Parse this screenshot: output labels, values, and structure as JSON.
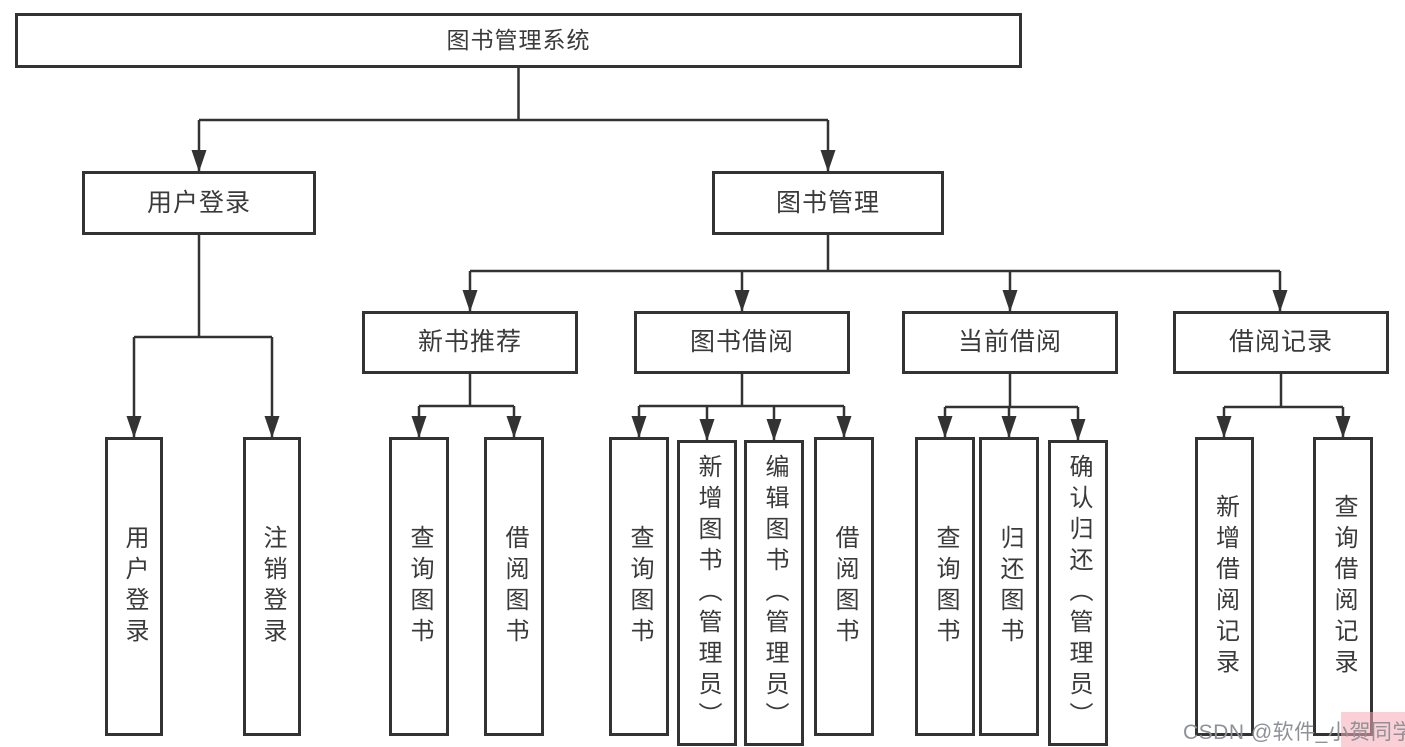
{
  "tree": {
    "root": {
      "label": "图书管理系统"
    },
    "branches": [
      {
        "label": "用户登录",
        "children": [
          {
            "label": "用户登录"
          },
          {
            "label": "注销登录"
          }
        ]
      },
      {
        "label": "图书管理",
        "children": [
          {
            "label": "新书推荐",
            "children": [
              {
                "label": "查询图书"
              },
              {
                "label": "借阅图书"
              }
            ]
          },
          {
            "label": "图书借阅",
            "children": [
              {
                "label": "查询图书"
              },
              {
                "label": "新增图书（管理员）"
              },
              {
                "label": "编辑图书（管理员）"
              },
              {
                "label": "借阅图书"
              }
            ]
          },
          {
            "label": "当前借阅",
            "children": [
              {
                "label": "查询图书"
              },
              {
                "label": "归还图书"
              },
              {
                "label": "确认归还（管理员）"
              }
            ]
          },
          {
            "label": "借阅记录",
            "children": [
              {
                "label": "新增借阅记录"
              },
              {
                "label": "查询借阅记录"
              }
            ]
          }
        ]
      }
    ]
  },
  "watermark": {
    "text": "CSDN @软件_小贺同学"
  },
  "colors": {
    "line": "#333333",
    "box_border": "#333333",
    "text": "#3a3a3a",
    "background": "#ffffff",
    "watermark_text": "#8e9298",
    "watermark_highlight": "#f6aab4"
  }
}
